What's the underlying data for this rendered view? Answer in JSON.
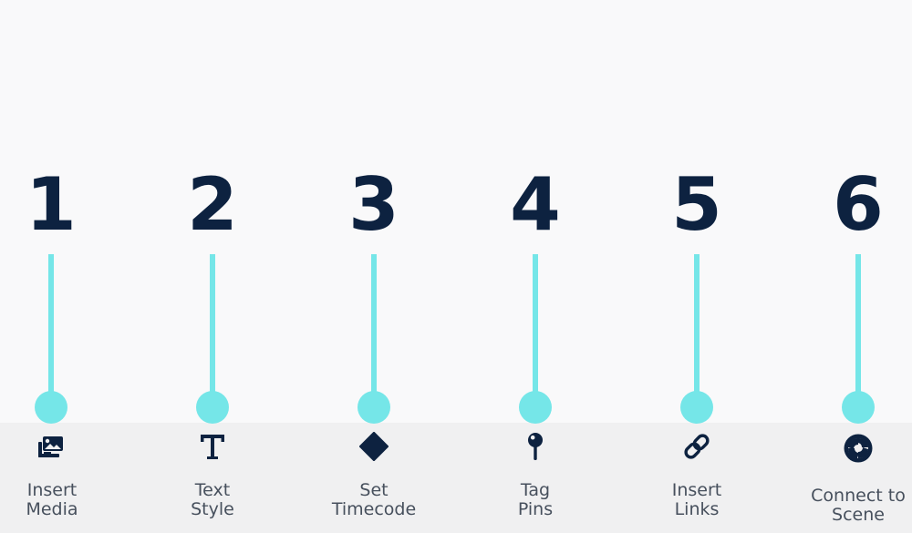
{
  "colors": {
    "accent": "#75e6e8",
    "number": "#0d2240",
    "icon": "#0d2240",
    "label": "#47505d",
    "toolbar_bg": "#f0f0f1",
    "page_bg": "#f9f9fa"
  },
  "callouts": [
    {
      "number": "1"
    },
    {
      "number": "2"
    },
    {
      "number": "3"
    },
    {
      "number": "4"
    },
    {
      "number": "5"
    },
    {
      "number": "6"
    }
  ],
  "toolbar": {
    "tools": [
      {
        "icon": "media-gallery-icon",
        "label_line1": "Insert",
        "label_line2": "Media"
      },
      {
        "icon": "text-style-icon",
        "label_line1": "Text",
        "label_line2": "Style"
      },
      {
        "icon": "diamond-keyframe-icon",
        "label_line1": "Set",
        "label_line2": "Timecode"
      },
      {
        "icon": "pushpin-icon",
        "label_line1": "Tag",
        "label_line2": "Pins"
      },
      {
        "icon": "chain-link-icon",
        "label_line1": "Insert",
        "label_line2": "Links"
      },
      {
        "icon": "aperture-icon",
        "label_line1": "Connect to",
        "label_line2": "Scene"
      }
    ]
  }
}
